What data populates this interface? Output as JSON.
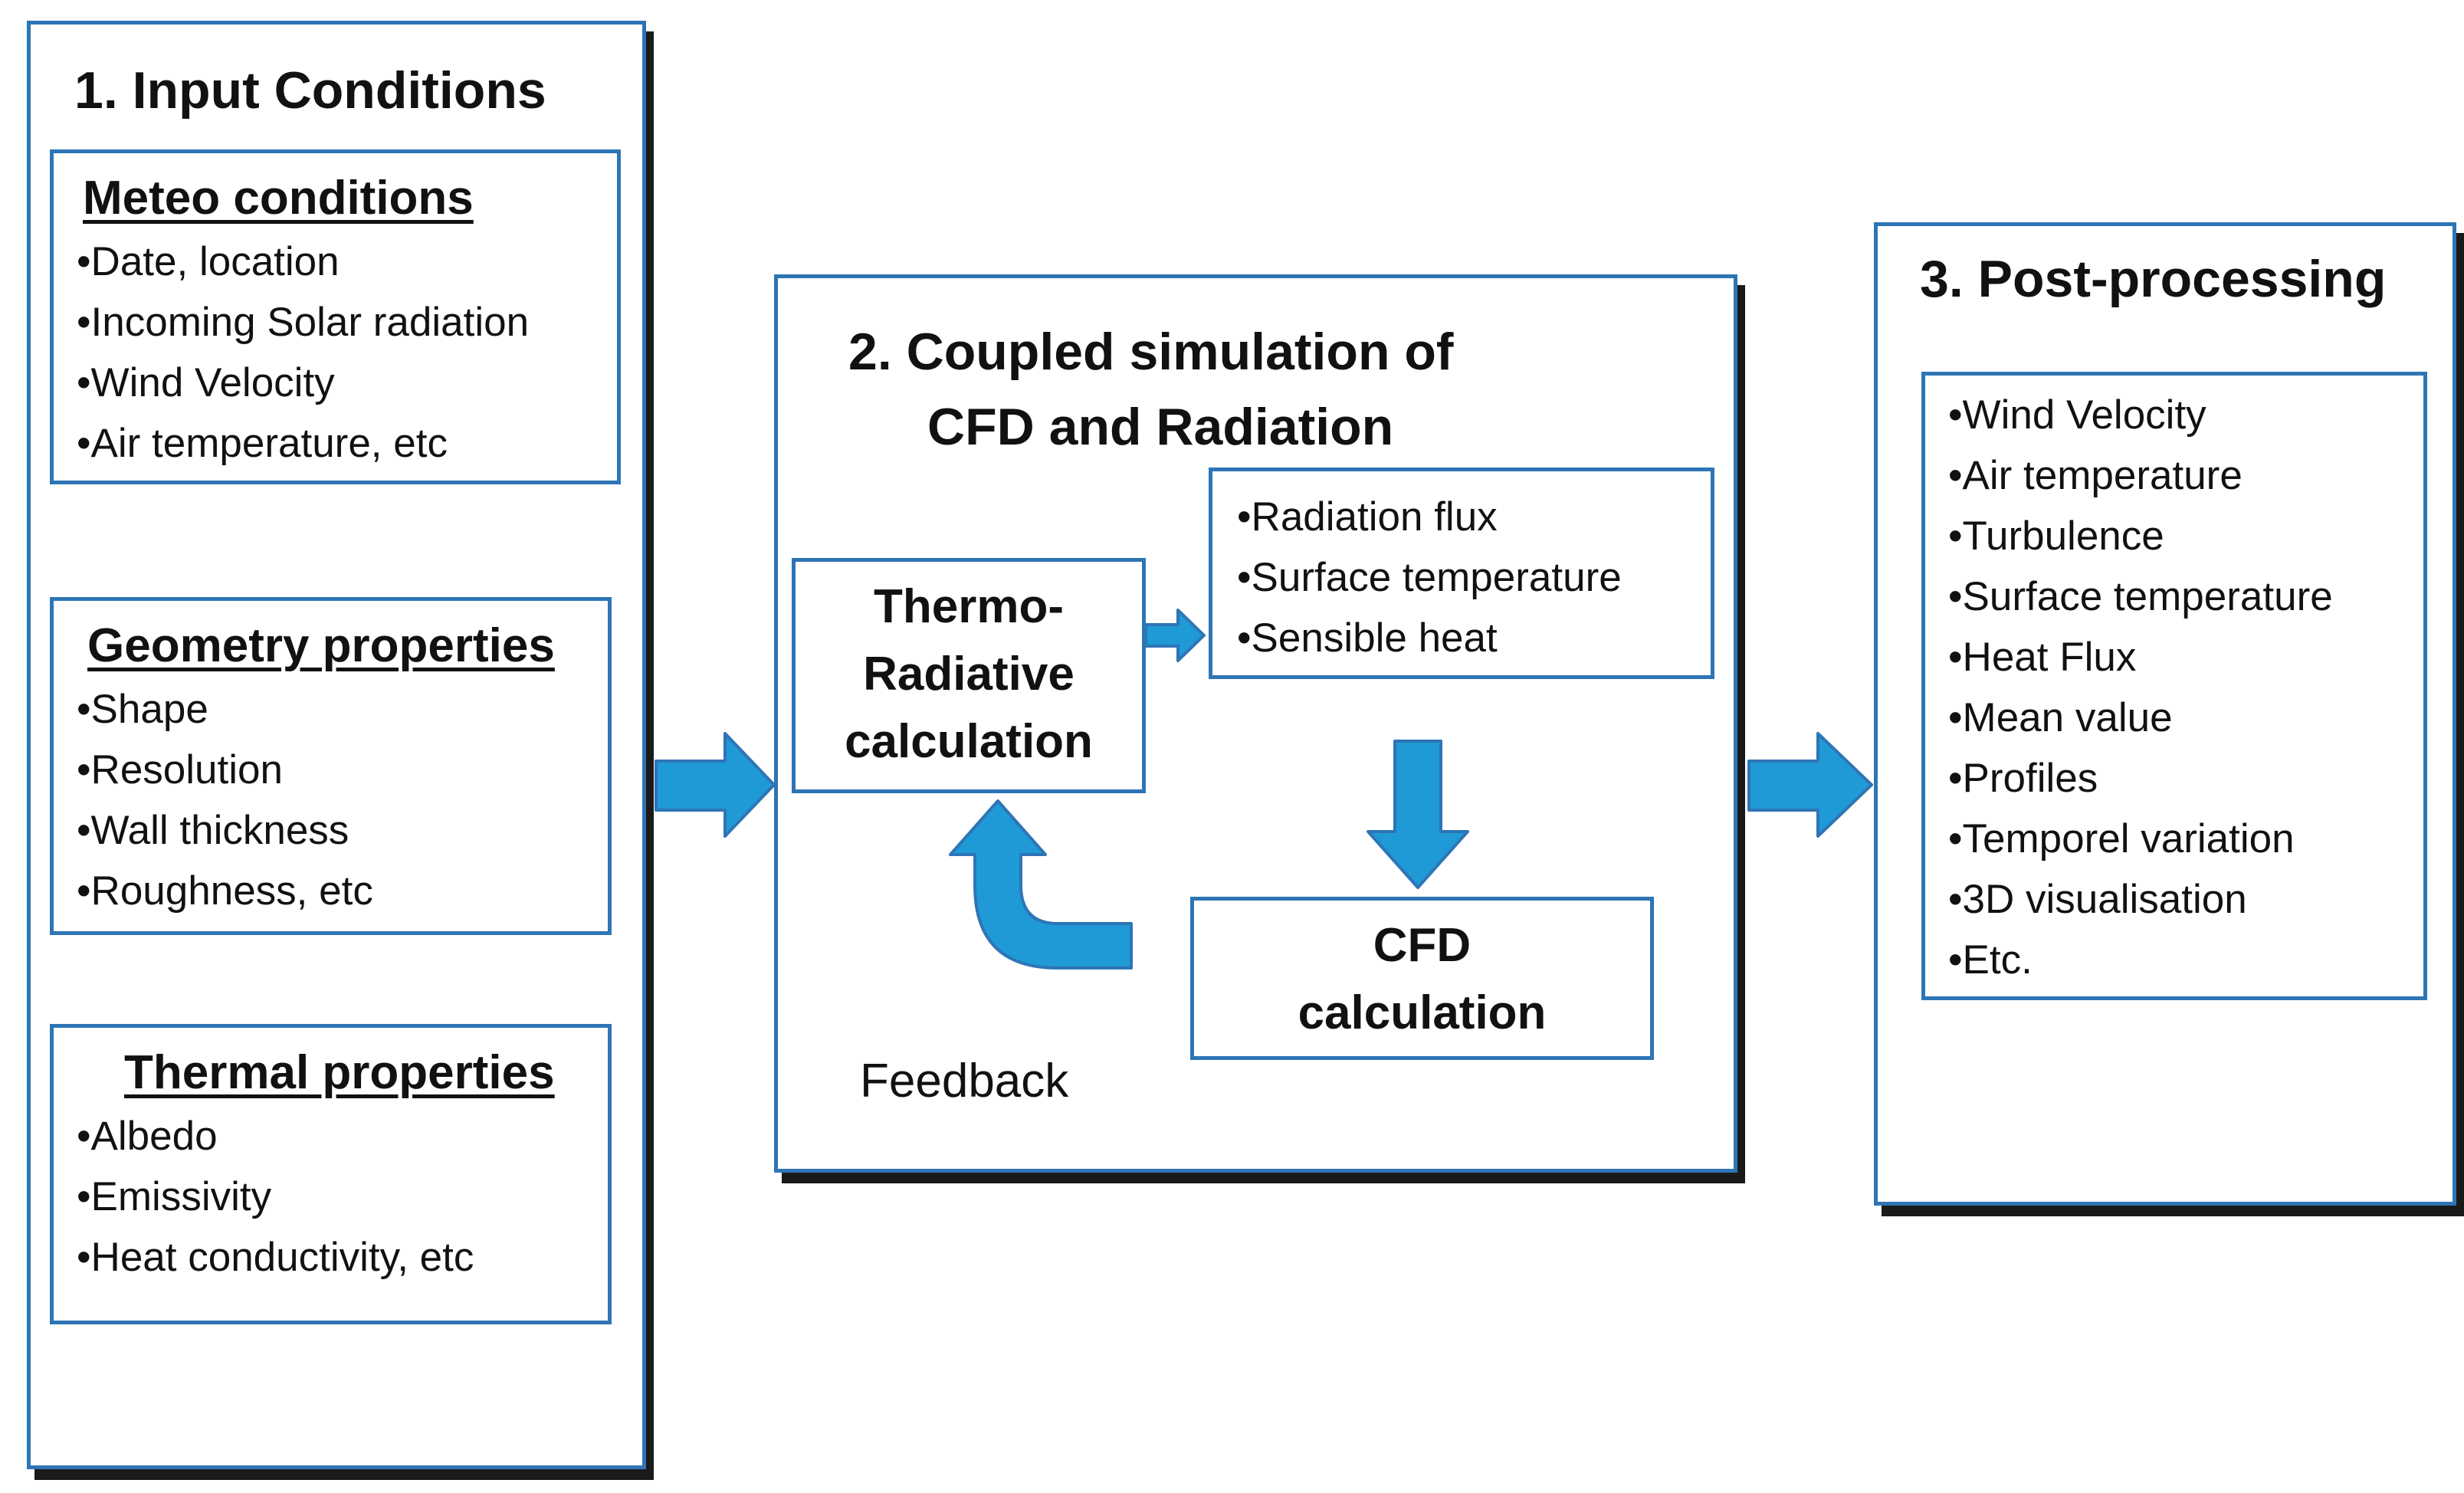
{
  "input_conditions": {
    "title": "1. Input Conditions",
    "meteo": {
      "heading": "Meteo conditions",
      "items": [
        "•Date, location",
        "•Incoming Solar radiation",
        "•Wind Velocity",
        "•Air temperature, etc"
      ]
    },
    "geometry": {
      "heading": "Geometry properties",
      "items": [
        "•Shape",
        "•Resolution",
        "•Wall thickness",
        "•Roughness, etc"
      ]
    },
    "thermal": {
      "heading": "Thermal properties",
      "items": [
        "•Albedo",
        "•Emissivity",
        "•Heat conductivity, etc"
      ]
    }
  },
  "coupled_simulation": {
    "title_line1": "2. Coupled simulation of",
    "title_line2": "CFD and Radiation",
    "thermo_radiative": {
      "line1": "Thermo-",
      "line2": "Radiative",
      "line3": "calculation"
    },
    "radiation_outputs": {
      "items": [
        "•Radiation flux",
        "•Surface temperature",
        "•Sensible heat"
      ]
    },
    "cfd": {
      "line1": "CFD",
      "line2": "calculation"
    },
    "feedback_label": "Feedback"
  },
  "post_processing": {
    "title": "3. Post-processing",
    "items": [
      "•Wind Velocity",
      "•Air temperature",
      "•Turbulence",
      "•Surface temperature",
      "•Heat Flux",
      "•Mean value",
      "•Profiles",
      "•Temporel variation",
      "•3D visualisation",
      "•Etc."
    ]
  },
  "colors": {
    "border": "#2e75b6",
    "arrow_fill": "#1f9ad6",
    "arrow_stroke": "#2e75b6",
    "shadow": "#1a1a1a"
  }
}
